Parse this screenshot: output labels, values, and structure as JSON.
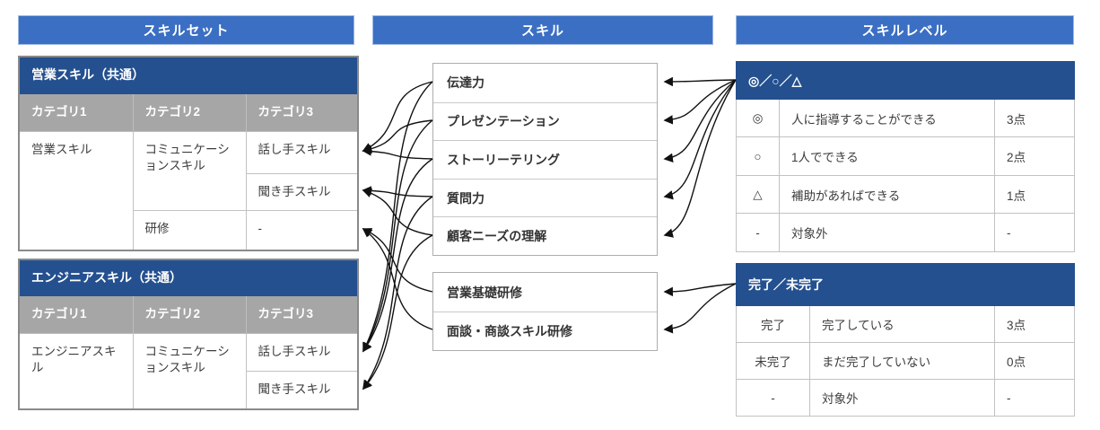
{
  "colors": {
    "banner_blue": "#3B6FC4",
    "header_navy": "#24508F",
    "column_header_gray": "#A6A6A6",
    "arrow_black": "#111111"
  },
  "skillset": {
    "banner": "スキルセット",
    "sales_table": {
      "title": "営業スキル（共通）",
      "col_headers": [
        "カテゴリ1",
        "カテゴリ2",
        "カテゴリ3"
      ],
      "rows": {
        "cat1": "営業スキル",
        "communication": "コミュニケーションスキル",
        "speaker": "話し手スキル",
        "listener": "聞き手スキル",
        "training": "研修",
        "training_cat3": "-"
      }
    },
    "engineer_table": {
      "title": "エンジニアスキル（共通）",
      "col_headers": [
        "カテゴリ1",
        "カテゴリ2",
        "カテゴリ3"
      ],
      "rows": {
        "cat1": "エンジニアスキル",
        "communication": "コミュニケーションスキル",
        "speaker": "話し手スキル",
        "listener": "聞き手スキル"
      }
    }
  },
  "skills": {
    "banner": "スキル",
    "group1": [
      "伝達力",
      "プレゼンテーション",
      "ストーリーテリング",
      "質問力",
      "顧客ニーズの理解"
    ],
    "group2": [
      "営業基礎研修",
      "面談・商談スキル研修"
    ]
  },
  "skilllevel": {
    "banner": "スキルレベル",
    "mark_table": {
      "title": "◎／○／△",
      "rows": [
        {
          "symbol": "◎",
          "desc": "人に指導することができる",
          "score": "3点"
        },
        {
          "symbol": "○",
          "desc": "1人でできる",
          "score": "2点"
        },
        {
          "symbol": "△",
          "desc": "補助があればできる",
          "score": "1点"
        },
        {
          "symbol": "-",
          "desc": "対象外",
          "score": "-"
        }
      ]
    },
    "completion_table": {
      "title": "完了／未完了",
      "rows": [
        {
          "symbol": "完了",
          "desc": "完了している",
          "score": "3点"
        },
        {
          "symbol": "未完了",
          "desc": "まだ完了していない",
          "score": "0点"
        },
        {
          "symbol": "-",
          "desc": "対象外",
          "score": "-"
        }
      ]
    }
  },
  "arrows": [
    {
      "from": "skill1",
      "to": "sales-speaker"
    },
    {
      "from": "skill2",
      "to": "sales-speaker"
    },
    {
      "from": "skill3",
      "to": "sales-speaker"
    },
    {
      "from": "skill4",
      "to": "sales-listener"
    },
    {
      "from": "skill5",
      "to": "sales-listener"
    },
    {
      "from": "training1",
      "to": "sales-training"
    },
    {
      "from": "training2",
      "to": "sales-training"
    },
    {
      "from": "skill1",
      "to": "eng-speaker"
    },
    {
      "from": "skill2",
      "to": "eng-speaker"
    },
    {
      "from": "skill3",
      "to": "eng-speaker"
    },
    {
      "from": "skill4",
      "to": "eng-listener"
    },
    {
      "from": "skill5",
      "to": "eng-listener"
    },
    {
      "from": "level-table",
      "to": "skill1"
    },
    {
      "from": "level-table",
      "to": "skill2"
    },
    {
      "from": "level-table",
      "to": "skill3"
    },
    {
      "from": "level-table",
      "to": "skill4"
    },
    {
      "from": "level-table",
      "to": "skill5"
    },
    {
      "from": "completion-table",
      "to": "training1"
    },
    {
      "from": "completion-table",
      "to": "training2"
    }
  ]
}
